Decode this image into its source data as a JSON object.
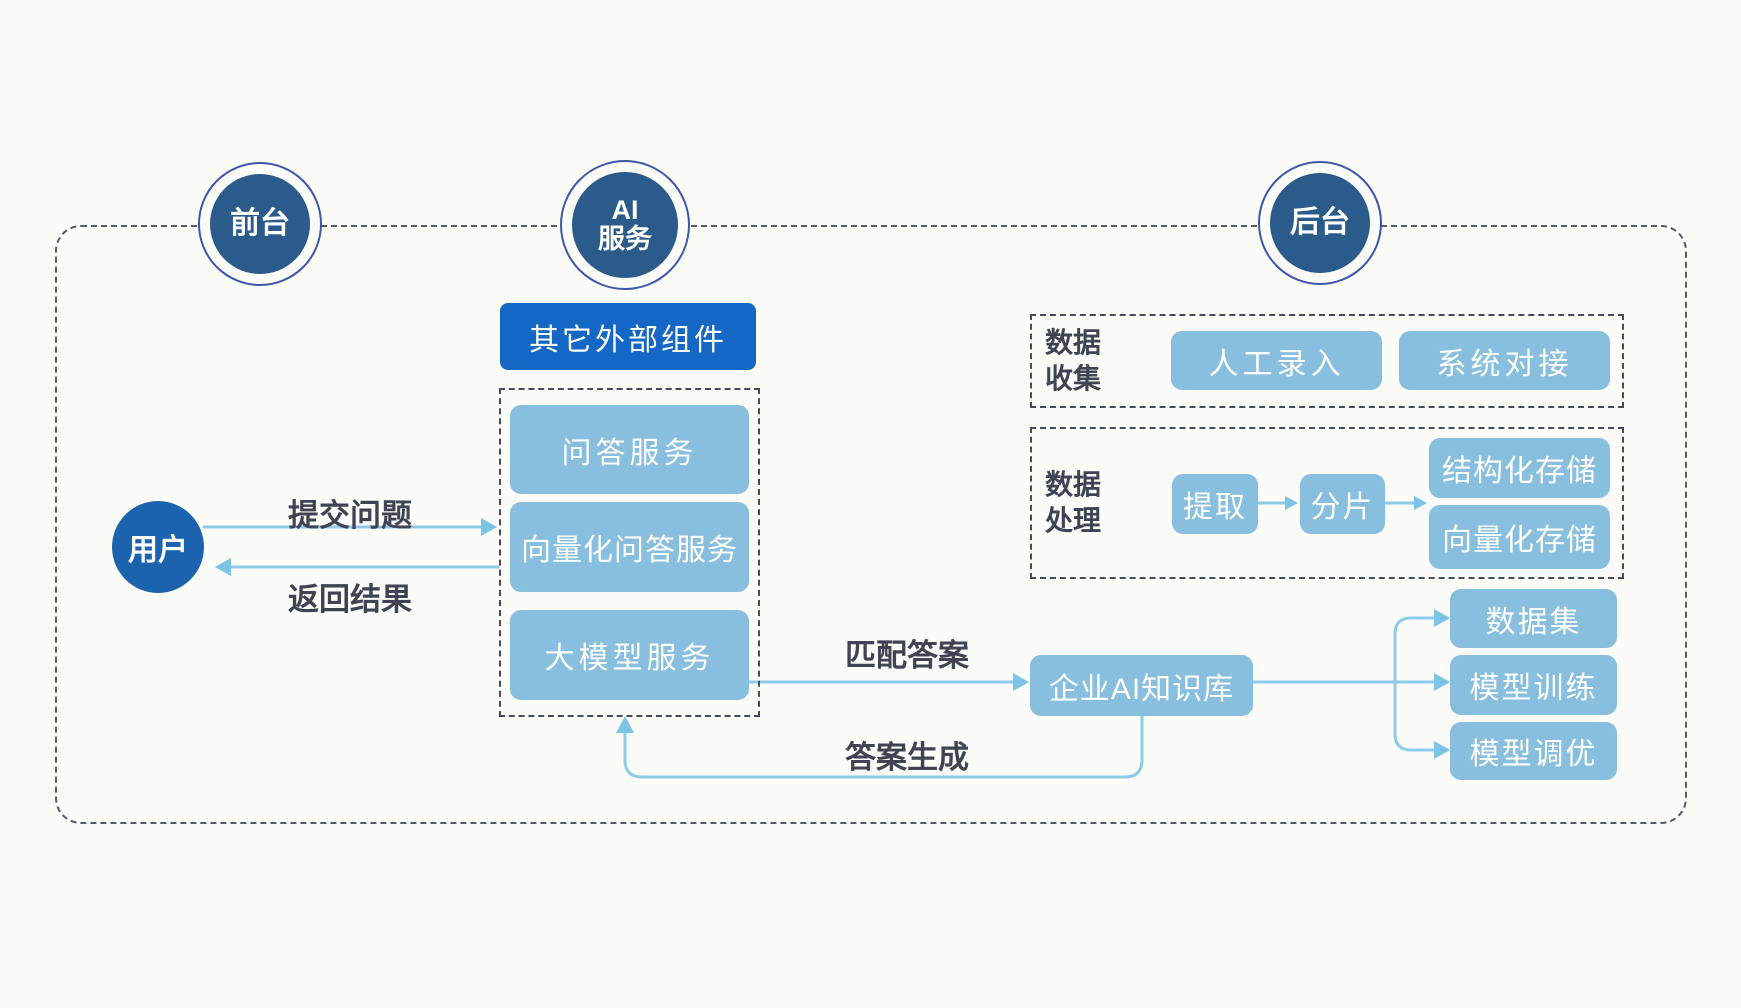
{
  "lanes": {
    "front_label": "前台",
    "ai_line1": "AI",
    "ai_line2": "服务",
    "back_label": "后台"
  },
  "frontstage": {
    "user_label": "用户",
    "submit_label": "提交问题",
    "return_label": "返回结果"
  },
  "ai_services": {
    "external_component_label": "其它外部组件",
    "services": [
      "问答服务",
      "向量化问答服务",
      "大模型服务"
    ]
  },
  "flows": {
    "match_label": "匹配答案",
    "generate_label": "答案生成"
  },
  "knowledge_base": {
    "label": "企业AI知识库"
  },
  "backstage": {
    "data_collection": {
      "title_line1": "数据",
      "title_line2": "收集",
      "items": [
        "人工录入",
        "系统对接"
      ]
    },
    "data_processing": {
      "title_line1": "数据",
      "title_line2": "处理",
      "extract": "提取",
      "shard": "分片",
      "structured_storage": "结构化存储",
      "vectorized_storage": "向量化存储"
    },
    "model_column": [
      "数据集",
      "模型训练",
      "模型调优"
    ]
  },
  "colors": {
    "background": "#fbfbf8",
    "lane_circle_fill": "#2b5b8a",
    "lane_ring_stroke": "#3e57ab",
    "external_box_blue": "#1467c4",
    "user_circle_blue": "#1b63ae",
    "light_box_blue": "#88bede",
    "connector_blue": "#8ecbe9",
    "label_text": "#3f4353",
    "dashed_border": "#565b69"
  }
}
